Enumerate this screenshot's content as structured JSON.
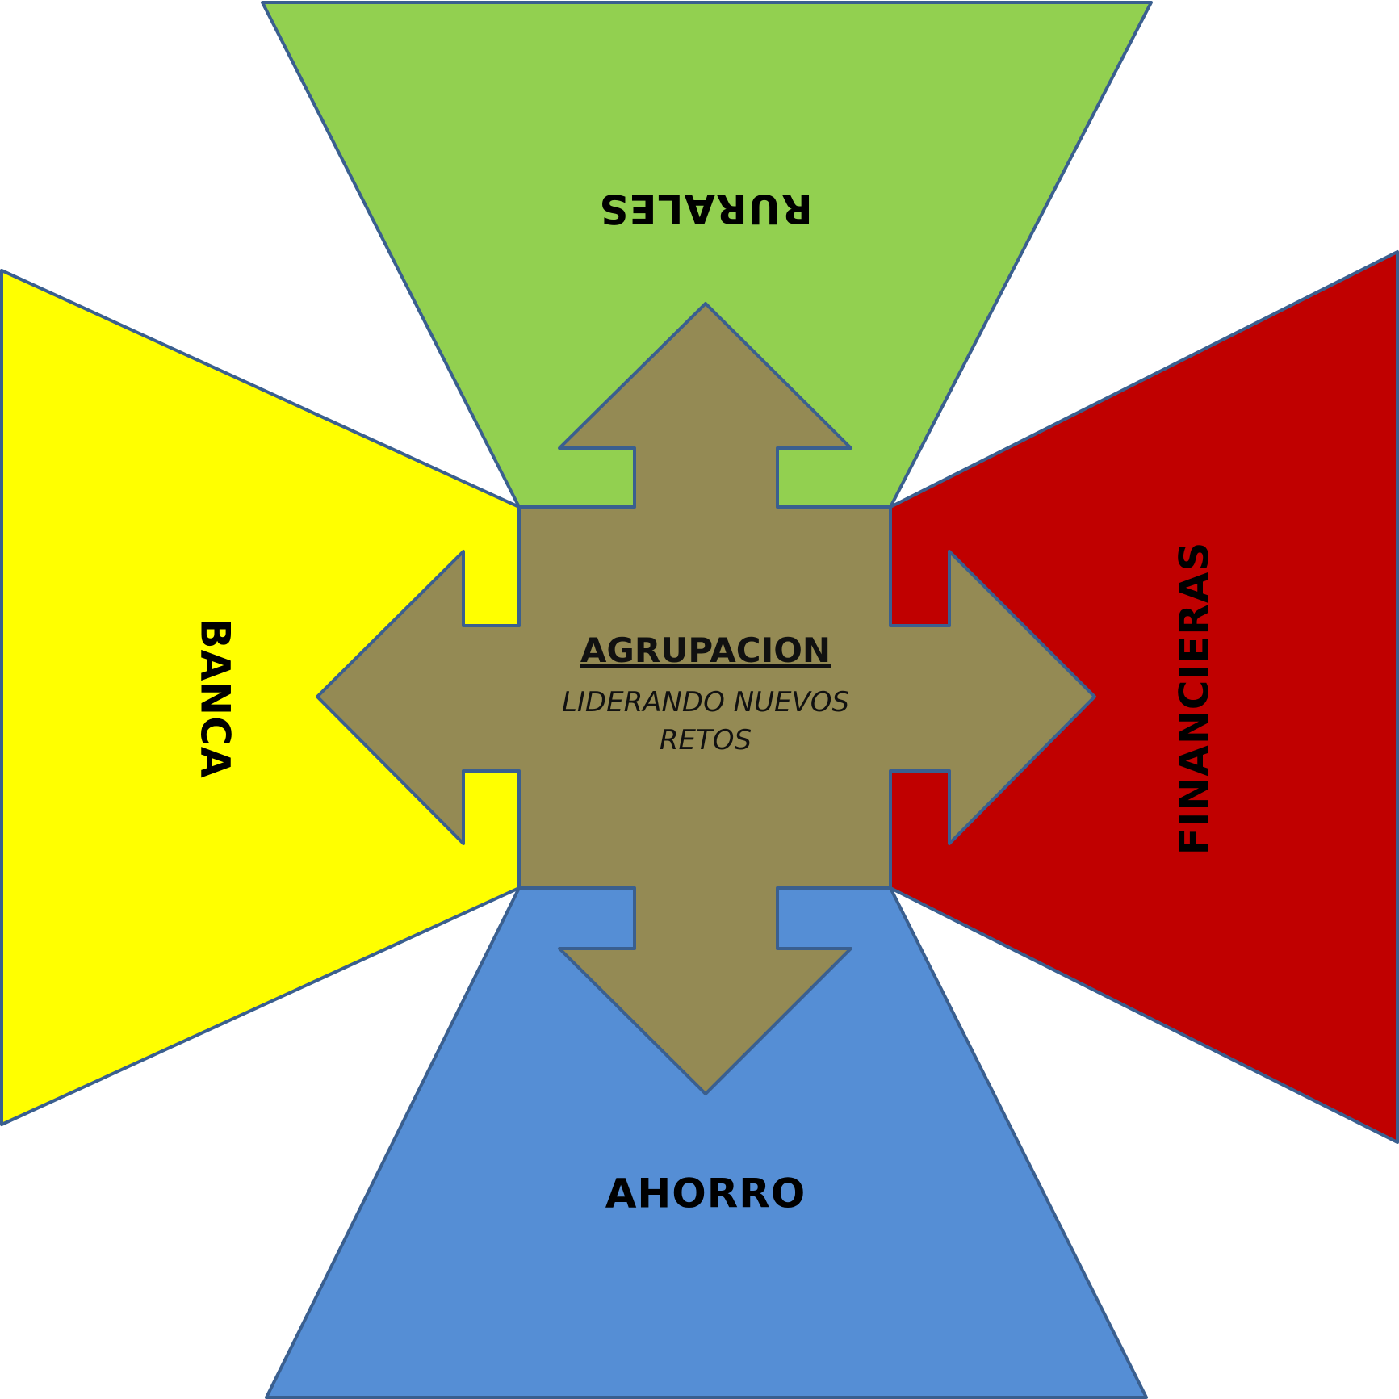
{
  "sectors": {
    "top": {
      "label": "RURALES",
      "color": "#92d050"
    },
    "left": {
      "label": "BANCA",
      "color": "#ffff00"
    },
    "right": {
      "label": "FINANCIERAS",
      "color": "#c00000"
    },
    "bottom": {
      "label": "AHORRO",
      "color": "#558ed5"
    }
  },
  "center": {
    "title": "AGRUPACION",
    "subtitle_line1": "LIDERANDO NUEVOS",
    "subtitle_line2": "RETOS",
    "color": "#948a54"
  },
  "outline_color": "#3a5f8f"
}
